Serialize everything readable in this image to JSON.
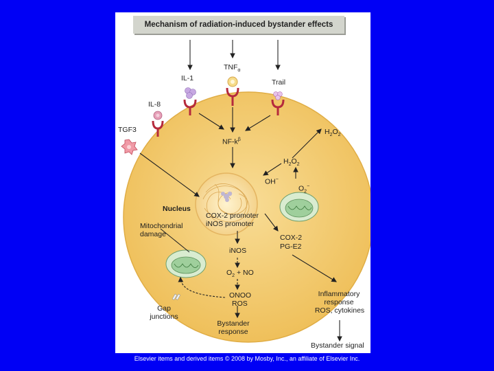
{
  "figure": {
    "title": "Mechanism of radiation-induced bystander effects",
    "labels": {
      "tnf": "TNF",
      "tnf_sub": "α",
      "il1": "IL-1",
      "trail": "Trail",
      "il8": "IL-8",
      "tgf": "TGF3",
      "nfkb": "NF-k",
      "nfkb_sup": "β",
      "h2o2_out_a": "H",
      "h2o2_out_b": "O",
      "h2o2_in_a": "H",
      "h2o2_in_b": "O",
      "oh": "OH",
      "o2": "O",
      "nucleus": "Nucleus",
      "cox2_promoter": "COX-2 promoter",
      "inos_promoter": "iNOS promoter",
      "mito_damage_1": "Mitochondrial",
      "mito_damage_2": "damage",
      "inos": "iNOS",
      "o2no_a": "O",
      "o2no_b": "+ NO",
      "onoo": "ONOO",
      "ros": "ROS",
      "cox2": "COX-2",
      "pge2": "PG-E2",
      "gap_1": "Gap",
      "gap_2": "junctions",
      "bystander_resp_1": "Bystander",
      "bystander_resp_2": "response",
      "inflam_1": "Inflammatory",
      "inflam_2": "response",
      "inflam_3": "ROS, cytokines",
      "bystander_signal": "Bystander signal"
    }
  },
  "footer": "Elsevier items and derived items © 2008 by Mosby, Inc., an affiliate of Elsevier Inc.",
  "colors": {
    "background": "#0000f5",
    "cell": "#f3c96a",
    "receptor": "#b52a3c",
    "mitochondrion": "#9fcf9c"
  }
}
